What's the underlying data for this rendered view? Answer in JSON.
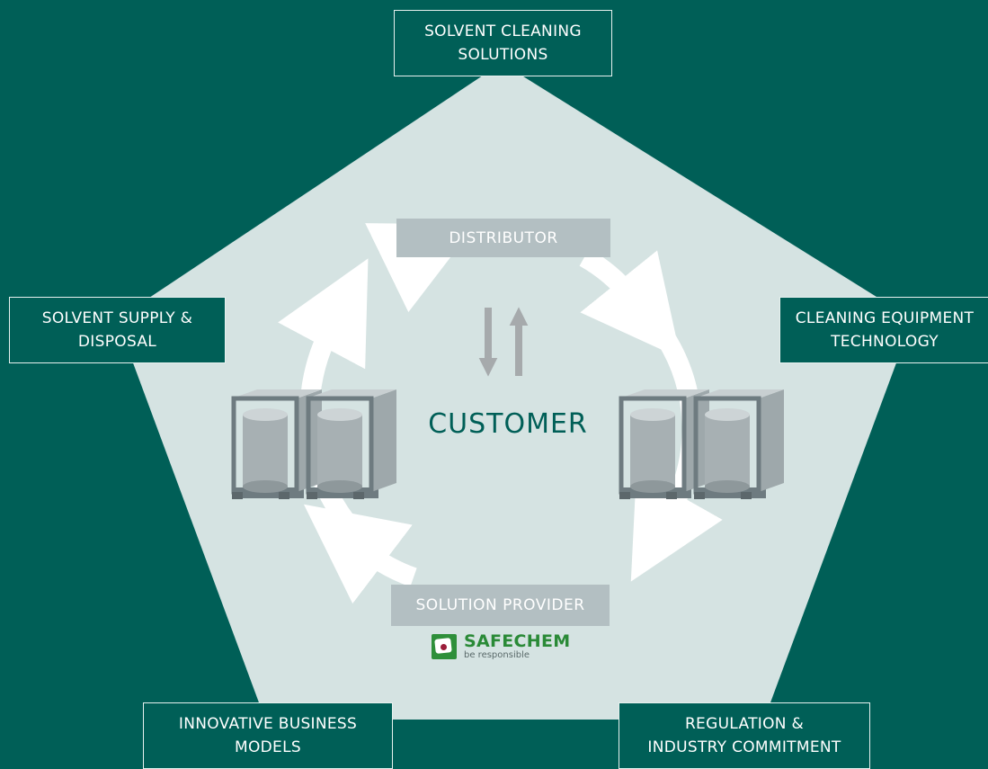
{
  "pillars": {
    "top": {
      "line1": "SOLVENT CLEANING",
      "line2": "SOLUTIONS"
    },
    "left": {
      "line1": "SOLVENT SUPPLY &",
      "line2": "DISPOSAL"
    },
    "right": {
      "line1": "CLEANING EQUIPMENT",
      "line2": "TECHNOLOGY"
    },
    "bottom_left": {
      "line1": "INNOVATIVE BUSINESS",
      "line2": "MODELS"
    },
    "bottom_right": {
      "line1": "REGULATION &",
      "line2": "INDUSTRY COMMITMENT"
    }
  },
  "roles": {
    "distributor": "DISTRIBUTOR",
    "solution_provider": "SOLUTION PROVIDER"
  },
  "center_label": "CUSTOMER",
  "logo": {
    "name": "SAFECHEM",
    "tagline": "be responsible"
  },
  "colors": {
    "background": "#005f57",
    "pentagon": "#d5e3e2",
    "cycle_arrows": "#ffffff",
    "role_boxes": "#b3bfc2",
    "exchange_arrows": "#a6aaac",
    "logo_green": "#2e8f3a"
  }
}
